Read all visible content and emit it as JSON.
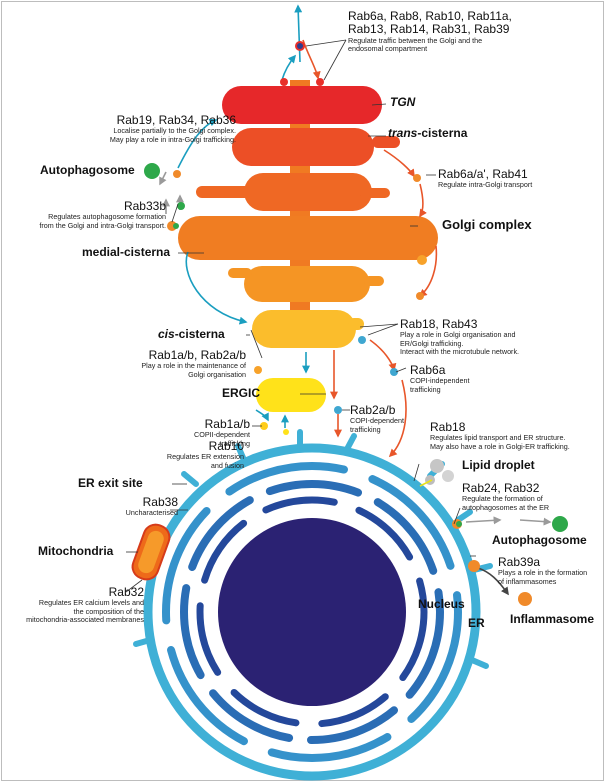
{
  "organelles": {
    "tgn": "TGN",
    "trans": "trans",
    "trans_suffix": "-cisterna",
    "golgi": "Golgi complex",
    "medial": "medial-cisterna",
    "cis": "cis",
    "cis_suffix": "-cisterna",
    "ergic": "ERGIC",
    "er_exit": "ER exit site",
    "mito": "Mitochondria",
    "nucleus": "Nucleus",
    "er": "ER",
    "autophagosome_top": "Autophagosome",
    "autophagosome_right": "Autophagosome",
    "lipid": "Lipid droplet",
    "inflammasome": "Inflammasome"
  },
  "rabs": {
    "r6a8": {
      "name": "Rab6a, Rab8, Rab10, Rab11a,\nRab13, Rab14, Rab31, Rab39",
      "desc": "Regulate traffic between the Golgi and the\nendosomal compartment"
    },
    "r19": {
      "name": "Rab19, Rab34, Rab36",
      "desc": "Localise partially to the Golgi complex.\nMay play a role in intra-Golgi trafficking."
    },
    "r6a41": {
      "name": "Rab6a/a', Rab41",
      "desc": "Regulate intra-Golgi transport"
    },
    "r33b": {
      "name": "Rab33b",
      "desc": "Regulates autophagosome formation\nfrom the Golgi and intra-Golgi transport."
    },
    "r18_43": {
      "name": "Rab18, Rab43",
      "desc": "Play a role in Golgi organisation and\nER/Golgi trafficking.\nInteract with the microtubule network."
    },
    "r1a2a": {
      "name": "Rab1a/b, Rab2a/b",
      "desc": "Play a role in the maintenance of\nGolgi organisation"
    },
    "r6a_copi": {
      "name": "Rab6a",
      "desc": "COPI-independent\ntrafficking"
    },
    "r2ab": {
      "name": "Rab2a/b",
      "desc": "COPI-dependent\ntrafficking"
    },
    "r1ab": {
      "name": "Rab1a/b",
      "desc": "COPII-dependent\ntrafficking"
    },
    "r18": {
      "name": "Rab18",
      "desc": "Regulates lipid transport and ER structure.\nMay also have a role in Golgi-ER trafficking."
    },
    "r10": {
      "name": "Rab10",
      "desc": "Regulates ER extension\nand fusion"
    },
    "r24_32": {
      "name": "Rab24, Rab32",
      "desc": "Regulate the formation of\nautophagosomes at the ER"
    },
    "r38": {
      "name": "Rab38",
      "desc": "Uncharacterised"
    },
    "r39a": {
      "name": "Rab39a",
      "desc": "Plays a role in the formation\nof inflammasomes"
    },
    "r32": {
      "name": "Rab32",
      "desc": "Regulates ER calcium levels and\nthe composition of the\nmitochondria-associated membranes"
    }
  },
  "colors": {
    "tgn": "#e8302a",
    "golgi_mid": "#f07a22",
    "cis": "#fbb52a",
    "ergic": "#ffe11a",
    "er_light": "#3aa7d1",
    "er_mid": "#2f7fc0",
    "er_dark": "#24499b",
    "nucleus": "#2b2273",
    "vesicle_green": "#2ea84a",
    "vesicle_orange": "#f08a2a",
    "arrow_teal": "#1a9ec0",
    "arrow_orange": "#e8562a",
    "mito": "#ee6a1a",
    "lipid": "#c9c9c9"
  }
}
